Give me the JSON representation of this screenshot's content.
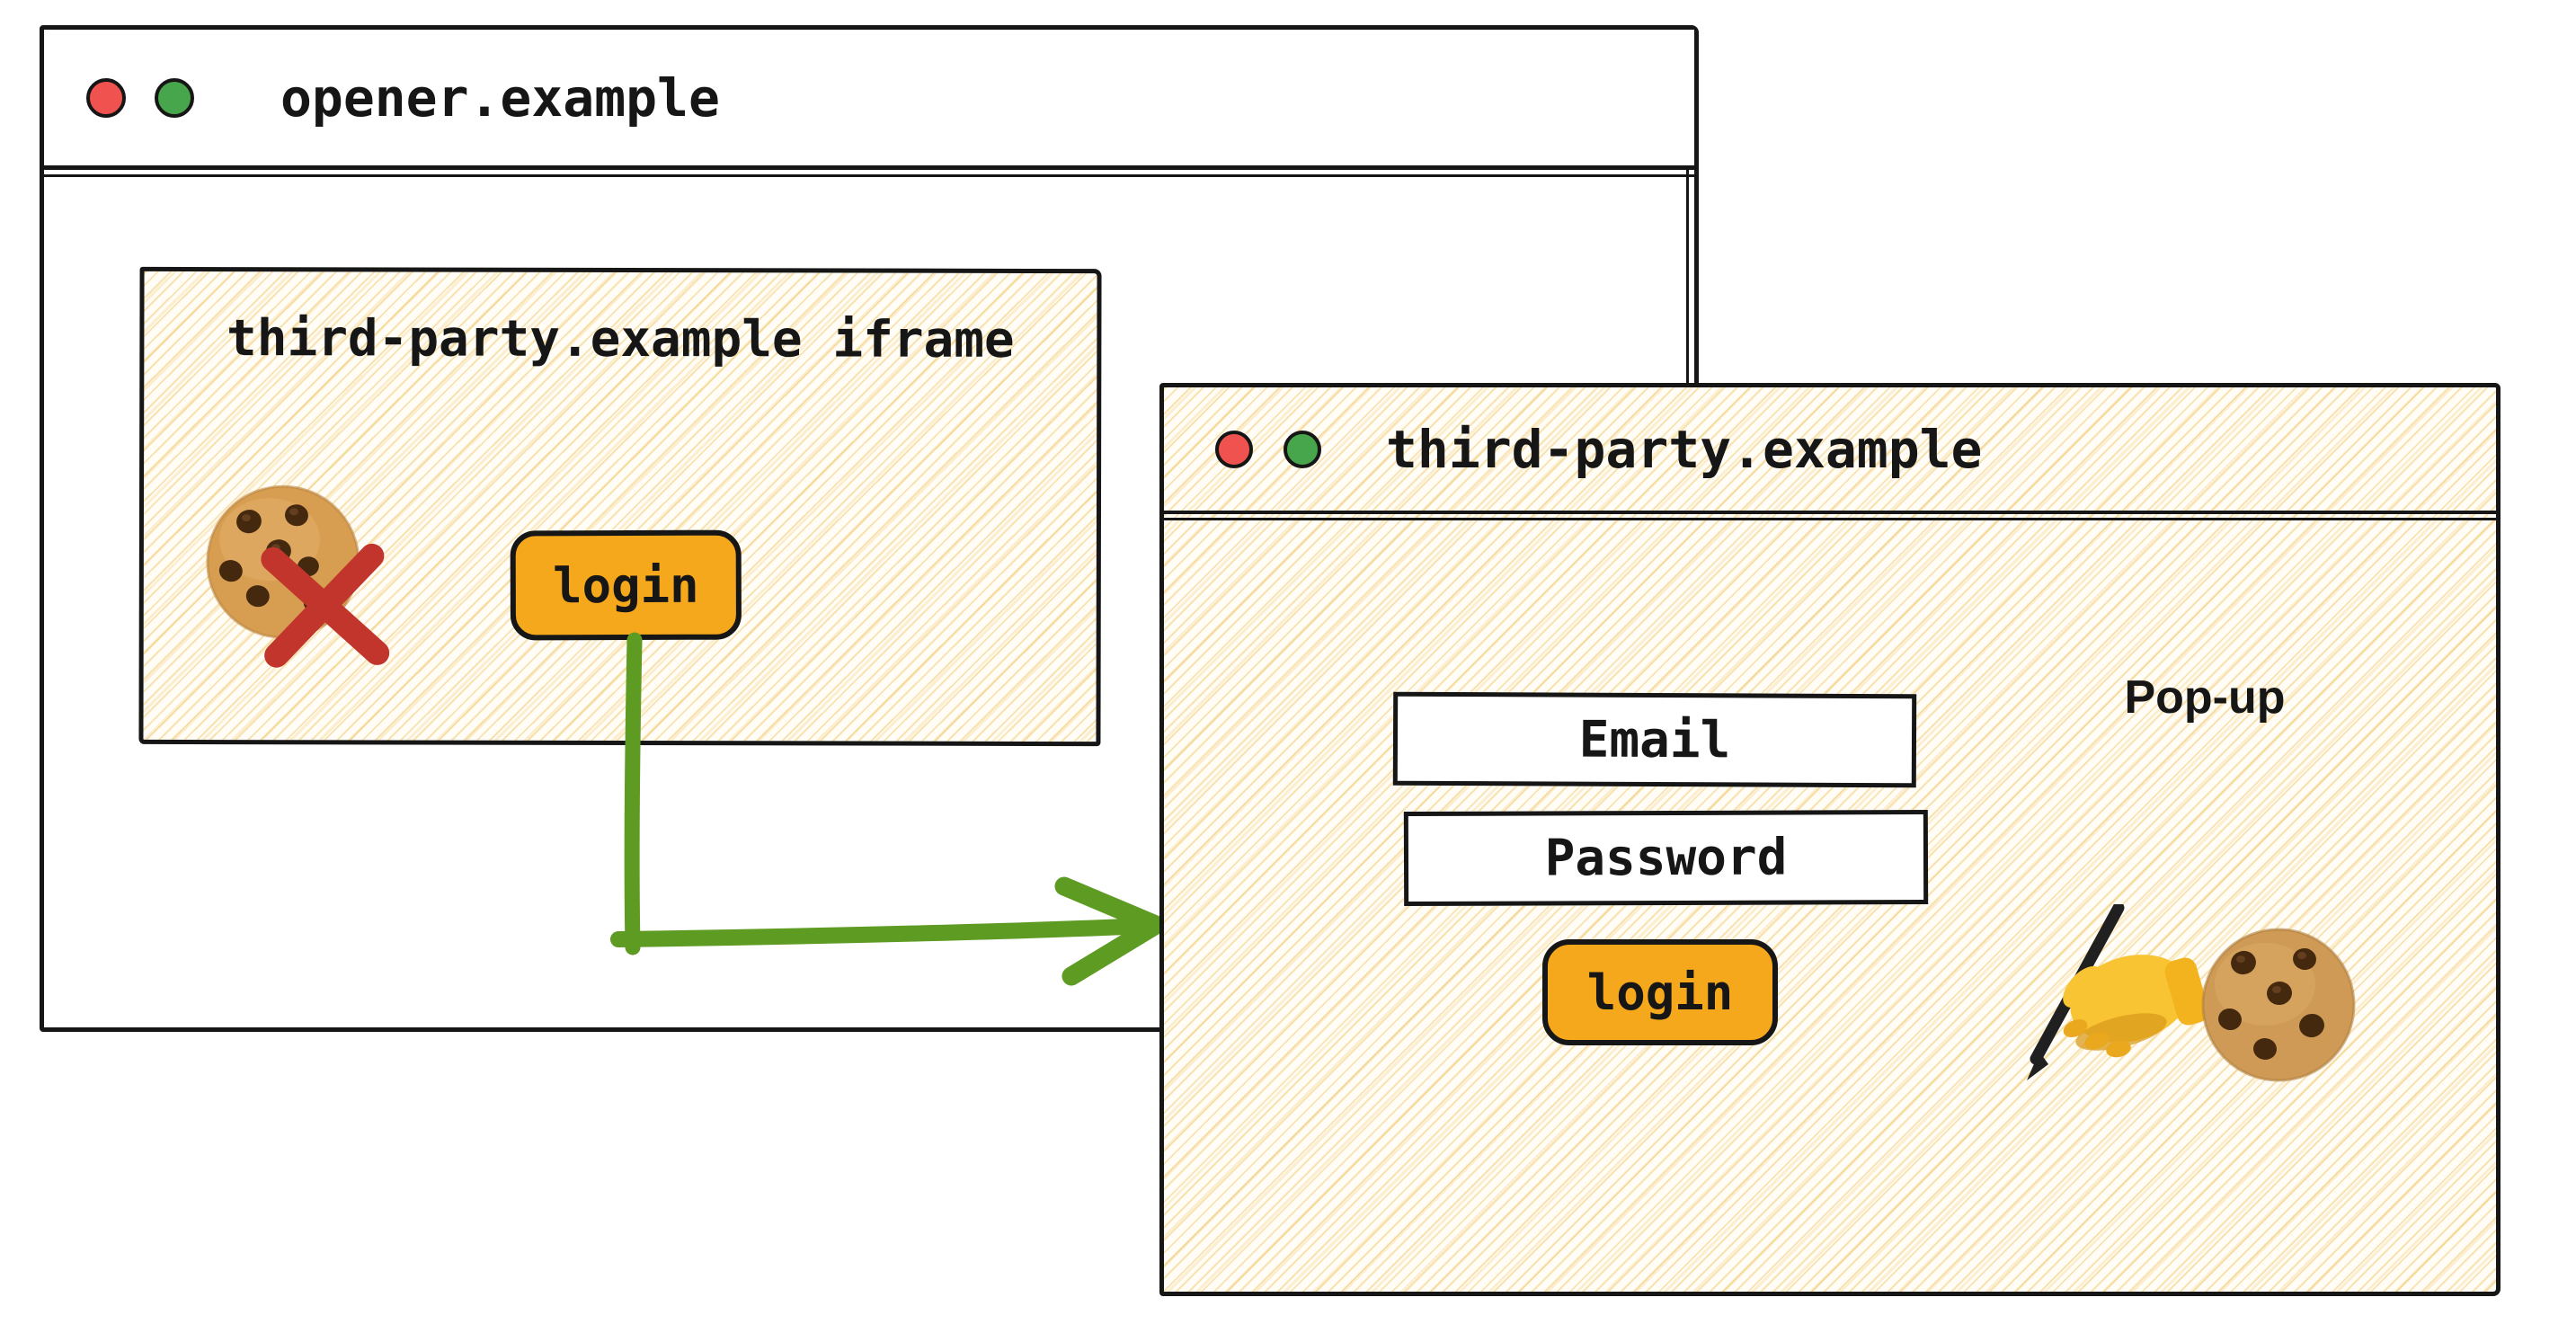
{
  "colors": {
    "ink": "#161616",
    "accent_orange": "#F5A81B",
    "arrow_green": "#5E9B23",
    "cross_red": "#C2352C",
    "traffic_red": "#F0534F",
    "traffic_green": "#47A64B",
    "hatch_line": "#F2CB79"
  },
  "opener_window": {
    "title": "opener.example",
    "iframe": {
      "label": "third-party.example iframe",
      "login_button_label": "login"
    }
  },
  "popup_window": {
    "title": "third-party.example",
    "annotation": "Pop-up",
    "email_field_label": "Email",
    "password_field_label": "Password",
    "login_button_label": "login"
  }
}
